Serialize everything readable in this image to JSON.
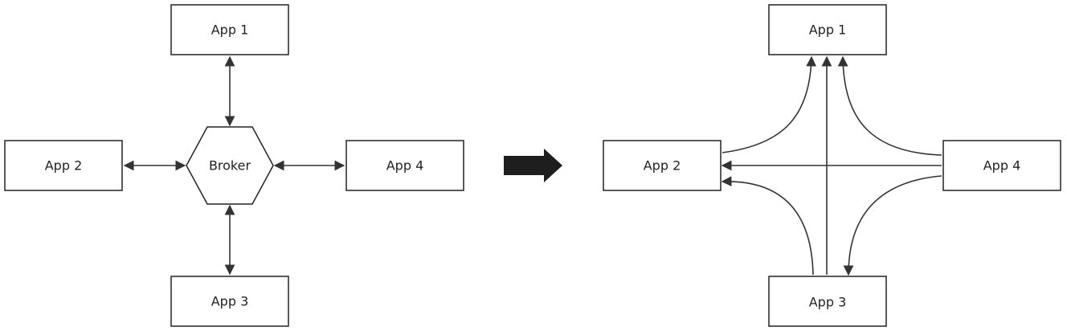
{
  "left_diagram": {
    "app1": "App 1",
    "app2": "App 2",
    "app3": "App 3",
    "app4": "App 4",
    "broker": "Broker"
  },
  "right_diagram": {
    "app1": "App 1",
    "app2": "App 2",
    "app3": "App 3",
    "app4": "App 4"
  },
  "colors": {
    "stroke": "#222222",
    "arrow_fill": "#1e1e1e",
    "background": "#ffffff"
  },
  "icons": {
    "transform": "right-arrow-icon"
  }
}
